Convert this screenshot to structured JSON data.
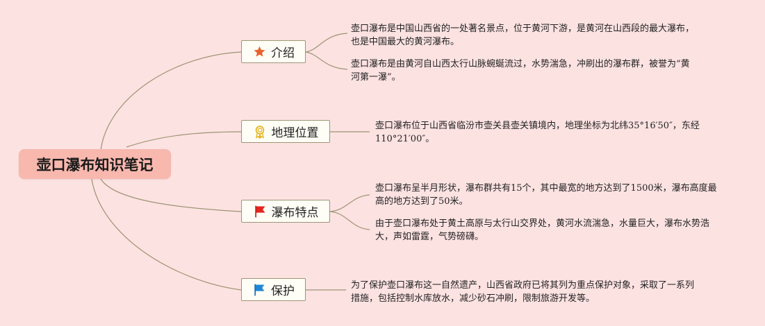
{
  "mindmap": {
    "root": "壶口瀑布知识笔记",
    "branches": [
      {
        "label": "介绍",
        "icon": "star-icon",
        "color": "#e8622e",
        "notes": [
          "壶口瀑布是中国山西省的一处著名景点，位于黄河下游，是黄河在山西段的最大瀑布，也是中国最大的黄河瀑布。",
          "壶口瀑布是由黄河自山西太行山脉蜿蜒流过，水势湍急，冲刷出的瀑布群，被誉为“黄河第一瀑”。"
        ]
      },
      {
        "label": "地理位置",
        "icon": "award-medal-icon",
        "color": "#e3b21b",
        "notes": [
          "壶口瀑布位于山西省临汾市壶关县壶关镇境内，地理坐标为北纬35°16′50″，东经110°21′00″。"
        ]
      },
      {
        "label": "瀑布特点",
        "icon": "red-flag-icon",
        "color": "#e3261f",
        "notes": [
          "壶口瀑布呈半月形状，瀑布群共有15个，其中最宽的地方达到了1500米，瀑布高度最高的地方达到了50米。",
          "由于壶口瀑布处于黄土高原与太行山交界处，黄河水流湍急，水量巨大，瀑布水势浩大，声如雷霆，气势磅礴。"
        ]
      },
      {
        "label": "保护",
        "icon": "blue-flag-icon",
        "color": "#1f86d6",
        "notes": [
          "为了保护壶口瀑布这一自然遗产，山西省政府已将其列为重点保护对象，采取了一系列措施，包括控制水库放水，减少砂石冲刷，限制旅游开发等。"
        ]
      }
    ]
  }
}
